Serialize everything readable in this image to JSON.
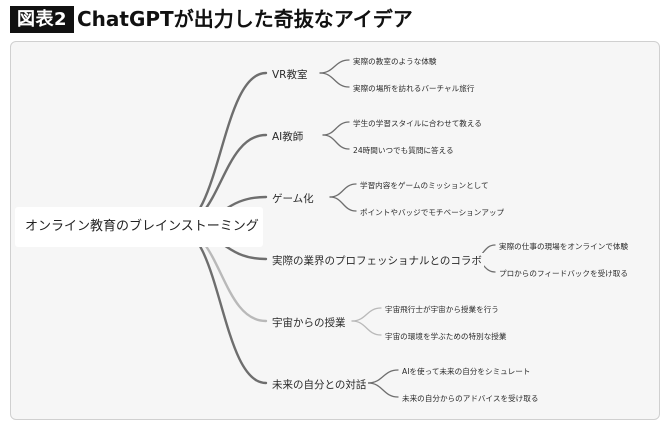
{
  "figure_label": "図表2",
  "title": "ChatGPTが出力した奇抜なアイデア",
  "colors": {
    "line": "#6e6e6e",
    "line_light": "#b9b9b9",
    "panel": "#f6f6f6"
  },
  "mindmap": {
    "root": "オンライン教育のブレインストーミング",
    "branches": [
      {
        "label": "VR教室",
        "children": [
          "実際の教室のような体験",
          "実際の場所を訪れるバーチャル旅行"
        ]
      },
      {
        "label": "AI教師",
        "children": [
          "学生の学習スタイルに合わせて教える",
          "24時間いつでも質問に答える"
        ]
      },
      {
        "label": "ゲーム化",
        "children": [
          "学習内容をゲームのミッションとして",
          "ポイントやバッジでモチベーションアップ"
        ]
      },
      {
        "label": "実際の業界のプロフェッショナルとのコラボ",
        "children": [
          "実際の仕事の現場をオンラインで体験",
          "プロからのフィードバックを受け取る"
        ]
      },
      {
        "label": "宇宙からの授業",
        "children": [
          "宇宙飛行士が宇宙から授業を行う",
          "宇宙の環境を学ぶための特別な授業"
        ]
      },
      {
        "label": "未来の自分との対話",
        "children": [
          "AIを使って未来の自分をシミュレート",
          "未来の自分からのアドバイスを受け取る"
        ]
      }
    ]
  }
}
